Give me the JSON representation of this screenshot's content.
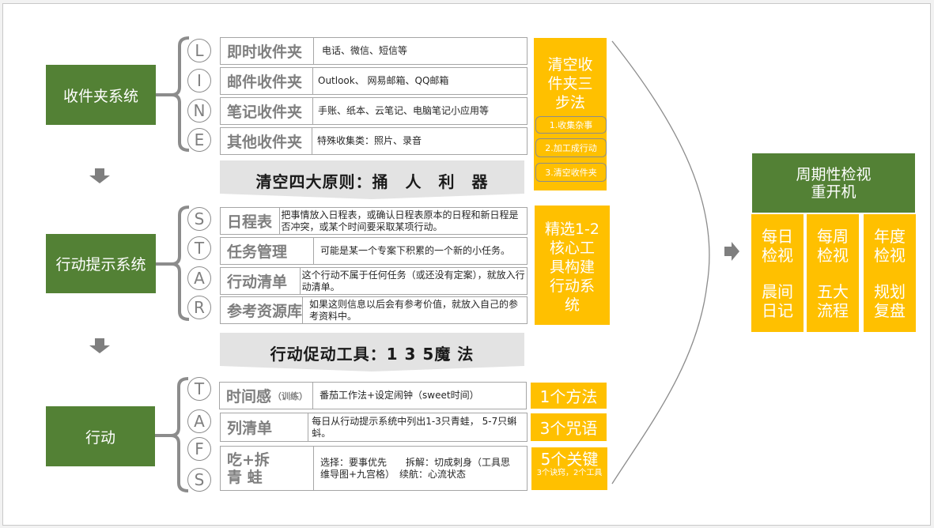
{
  "colors": {
    "green": "#538135",
    "yellow": "#ffc000",
    "gray_text": "#7f7f7f",
    "banner_gray": "#e3e3e3",
    "border": "#a6a6a6"
  },
  "sections": [
    {
      "system": "收件夹系统",
      "letters": [
        "L",
        "I",
        "N",
        "E"
      ],
      "rows": [
        {
          "name": "即时收件夹",
          "desc": "电话、微信、短信等"
        },
        {
          "name": "邮件收件夹",
          "desc": "Outlook、 网易邮箱、QQ邮箱"
        },
        {
          "name": "笔记收件夹",
          "desc": "手账、纸本、云笔记、电脑笔记小应用等"
        },
        {
          "name": "其他收件夹",
          "desc": "特殊收集类：照片、录音"
        }
      ],
      "side": {
        "title_lines": [
          "清空收",
          "件夹三",
          "步法"
        ],
        "steps": [
          "1.收集杂事",
          "2.加工成行动",
          "3.清空收件夹"
        ]
      },
      "banner": "清空四大原则：捅　人　利　器"
    },
    {
      "system": "行动提示系统",
      "letters": [
        "S",
        "T",
        "A",
        "R"
      ],
      "rows": [
        {
          "name": "日程表",
          "desc": "把事情放入日程表，或确认日程表原本的日程和新日程是否冲突，或某个时间要采取某项行动。"
        },
        {
          "name": "任务管理",
          "desc": "可能是某一个专案下积累的一个新的小任务。"
        },
        {
          "name": "行动清单",
          "desc": "这个行动不属于任何任务（或还没有定案），就放入行动清单。"
        },
        {
          "name": "参考资源库",
          "desc": "如果这则信息以后会有参考价值，就放入自己的参考资料中。"
        }
      ],
      "side": {
        "title_lines": [
          "精选1-2",
          "核心工",
          "具构建",
          "行动系",
          "统"
        ]
      },
      "banner": "行动促动工具：1 3 5魔 法"
    },
    {
      "system": "行动",
      "letters": [
        "T",
        "A",
        "F",
        "S"
      ],
      "rows": [
        {
          "name": "时间感",
          "name_suffix": "（训练）",
          "desc": "番茄工作法+设定闹钟（sweet时间）"
        },
        {
          "name": "列清单",
          "desc": "每日从行动提示系统中列出1-3只青蛙， 5-7只蝌蚪。"
        },
        {
          "name_line1": "吃+拆",
          "name_line2": "青 蛙",
          "desc_line1": "选择：要事优先　　拆解：切成刺身（工具思",
          "desc_line2": "维导图+九宫格）　续航：心流状态"
        }
      ],
      "side": {
        "tags": [
          {
            "label": "1个方法"
          },
          {
            "label": "3个咒语"
          },
          {
            "label": "5个关键",
            "sub": "3个诀窍，2个工具"
          }
        ]
      }
    }
  ],
  "review": {
    "title_line1": "周期性检视",
    "title_line2": "重开机",
    "columns": [
      {
        "top": [
          "每日",
          "检视"
        ],
        "bottom": [
          "晨间",
          "日记"
        ]
      },
      {
        "top": [
          "每周",
          "检视"
        ],
        "bottom": [
          "五大",
          "流程"
        ]
      },
      {
        "top": [
          "年度",
          "检视"
        ],
        "bottom": [
          "规划",
          "复盘"
        ]
      }
    ]
  },
  "icons": {
    "down_arrow": "down-arrow-icon",
    "right_arrow": "right-arrow-icon",
    "brace": "curly-brace-icon",
    "curve": "curved-bracket-line"
  }
}
